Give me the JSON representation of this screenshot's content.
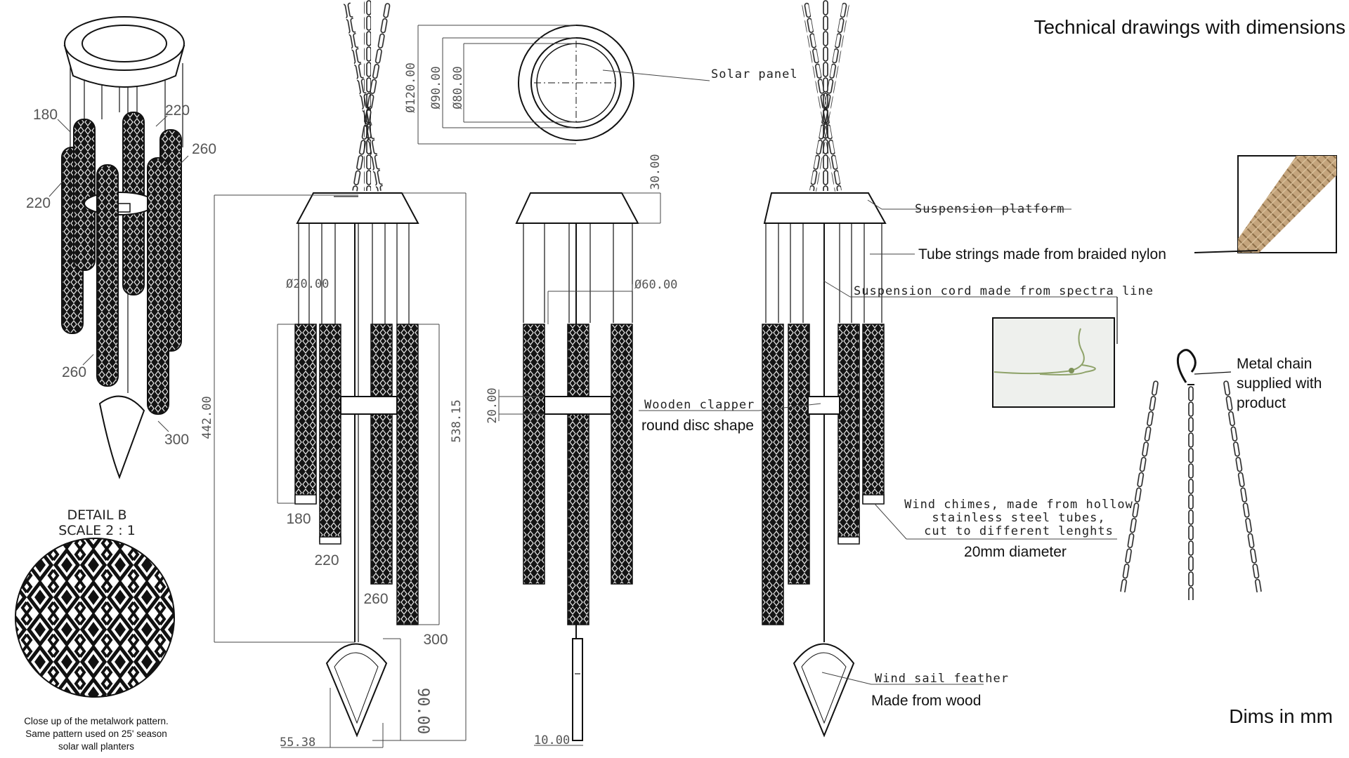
{
  "title": "Technical drawings with dimensions",
  "units_note": "Dims in mm",
  "detail": {
    "title": "DETAIL B",
    "scale": "SCALE 2 : 1",
    "caption_lines": [
      "Close up of the metalwork pattern.",
      "Same pattern used on 25' season",
      "solar wall planters"
    ]
  },
  "iso_tube_labels": [
    "180",
    "220",
    "260",
    "220",
    "260",
    "300"
  ],
  "dimensions": {
    "top_outer": "Ø120.00",
    "top_mid": "Ø90.00",
    "top_inner": "Ø80.00",
    "platform_height": "30.00",
    "overall_height": "442.00",
    "tube_diameter": "Ø20.00",
    "ring_diameter": "Ø60.00",
    "tube_span": "538.15",
    "clapper_height": "20.00",
    "sail_height": "90.00",
    "sail_width": "55.38",
    "side_thickness": "10.00"
  },
  "front_tube_labels": [
    "180",
    "220",
    "260",
    "300"
  ],
  "labels": {
    "solar_panel": "Solar panel",
    "suspension_platform": "Suspension platform",
    "tube_strings": "Tube strings made from braided nylon",
    "suspension_cord": "Suspension cord made from spectra line",
    "wooden_clapper": "Wooden clapper",
    "clapper_shape": "round disc shape",
    "wind_chimes_lines": [
      "Wind chimes, made from hollow",
      "stainless steel tubes,",
      "cut to different lenghts"
    ],
    "tube_diameter_note": "20mm diameter",
    "wind_sail": "Wind sail feather",
    "wind_sail_material": "Made from wood",
    "metal_chain_lines": [
      "Metal chain",
      "supplied with",
      "product"
    ]
  },
  "colors": {
    "line": "#111111",
    "dimension": "#555555",
    "rope": "#c4a47c",
    "cord": "#8fa36a"
  }
}
